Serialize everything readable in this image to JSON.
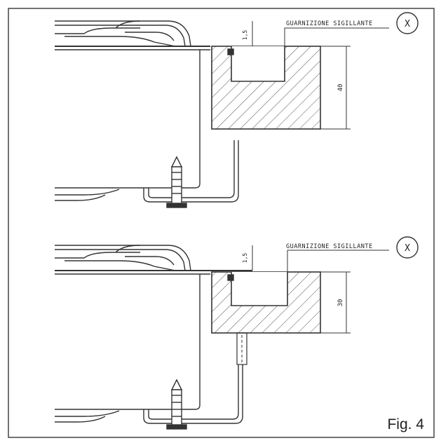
{
  "figure": {
    "label": "Fig. 4",
    "line_color": "#333333",
    "background": "#ffffff"
  },
  "top_detail": {
    "callout_text": "GUARNIZIONE SIGILLANTE",
    "callout_marker": "X",
    "dim_small": "1,5",
    "dim_height": "40"
  },
  "bottom_detail": {
    "callout_text": "GUARNIZIONE SIGILLANTE",
    "callout_marker": "X",
    "dim_small": "1,5",
    "dim_height": "30"
  }
}
